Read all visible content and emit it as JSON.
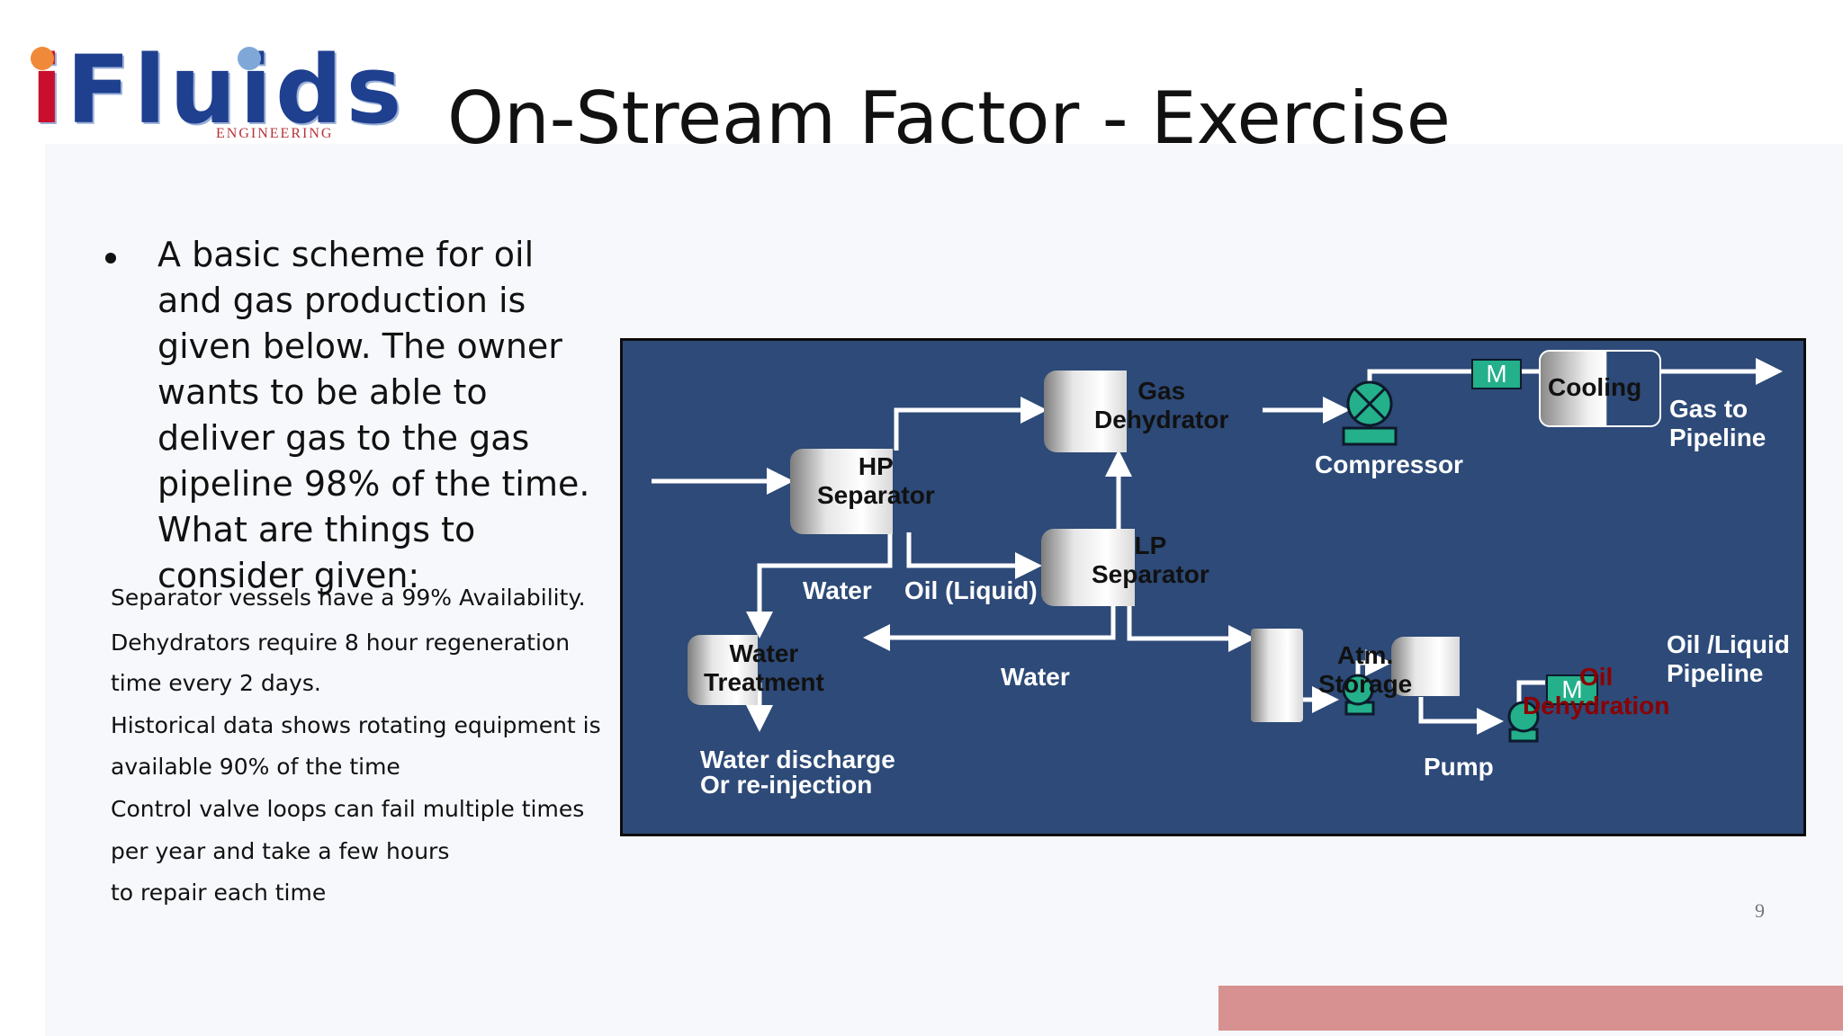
{
  "logo": {
    "text_first": "i",
    "text_rest": "Fluids",
    "subtitle": "ENGINEERING"
  },
  "title": "On-Stream Factor - Exercise",
  "bullet": "A basic scheme for oil and gas production is given below. The owner wants to be able to deliver gas to the gas pipeline 98% of the time.  What are things to consider given:",
  "notes": [
    "Separator vessels have a 99% Availability.",
    "Dehydrators require 8 hour regeneration",
    "time every 2 days.",
    "Historical data shows rotating equipment is",
    "available 90% of the time",
    "Control valve loops can  fail multiple times",
    "per  year and take a few hours",
    "to repair each time"
  ],
  "diagram": {
    "labels": {
      "hp_separator": "HP\nSeparator",
      "gas_dehydrator": "Gas\nDehydrator",
      "lp_separator": "LP\nSeparator",
      "water_treatment": "Water\nTreatment",
      "atm_storage": "Atm.\nStorage",
      "oil_dehydration": "Oil\nDehydration",
      "cooling": "Cooling",
      "compressor": "Compressor",
      "gas_to_pipeline": "Gas to\nPipeline",
      "water_1": "Water",
      "oil_liquid": "Oil (Liquid)",
      "water_2": "Water",
      "water_discharge": "Water discharge\nOr re-injection",
      "pump": "Pump",
      "oil_liquid_pipeline": "Oil /Liquid\nPipeline",
      "motor_1": "M",
      "motor_2": "M"
    },
    "colors": {
      "background": "#2d4a78",
      "flow_lines": "#ffffff",
      "equipment_green": "#23b08a",
      "oil_dehydration_text": "#8b0000"
    }
  },
  "page_number": "9",
  "footer_color": "#d79191"
}
